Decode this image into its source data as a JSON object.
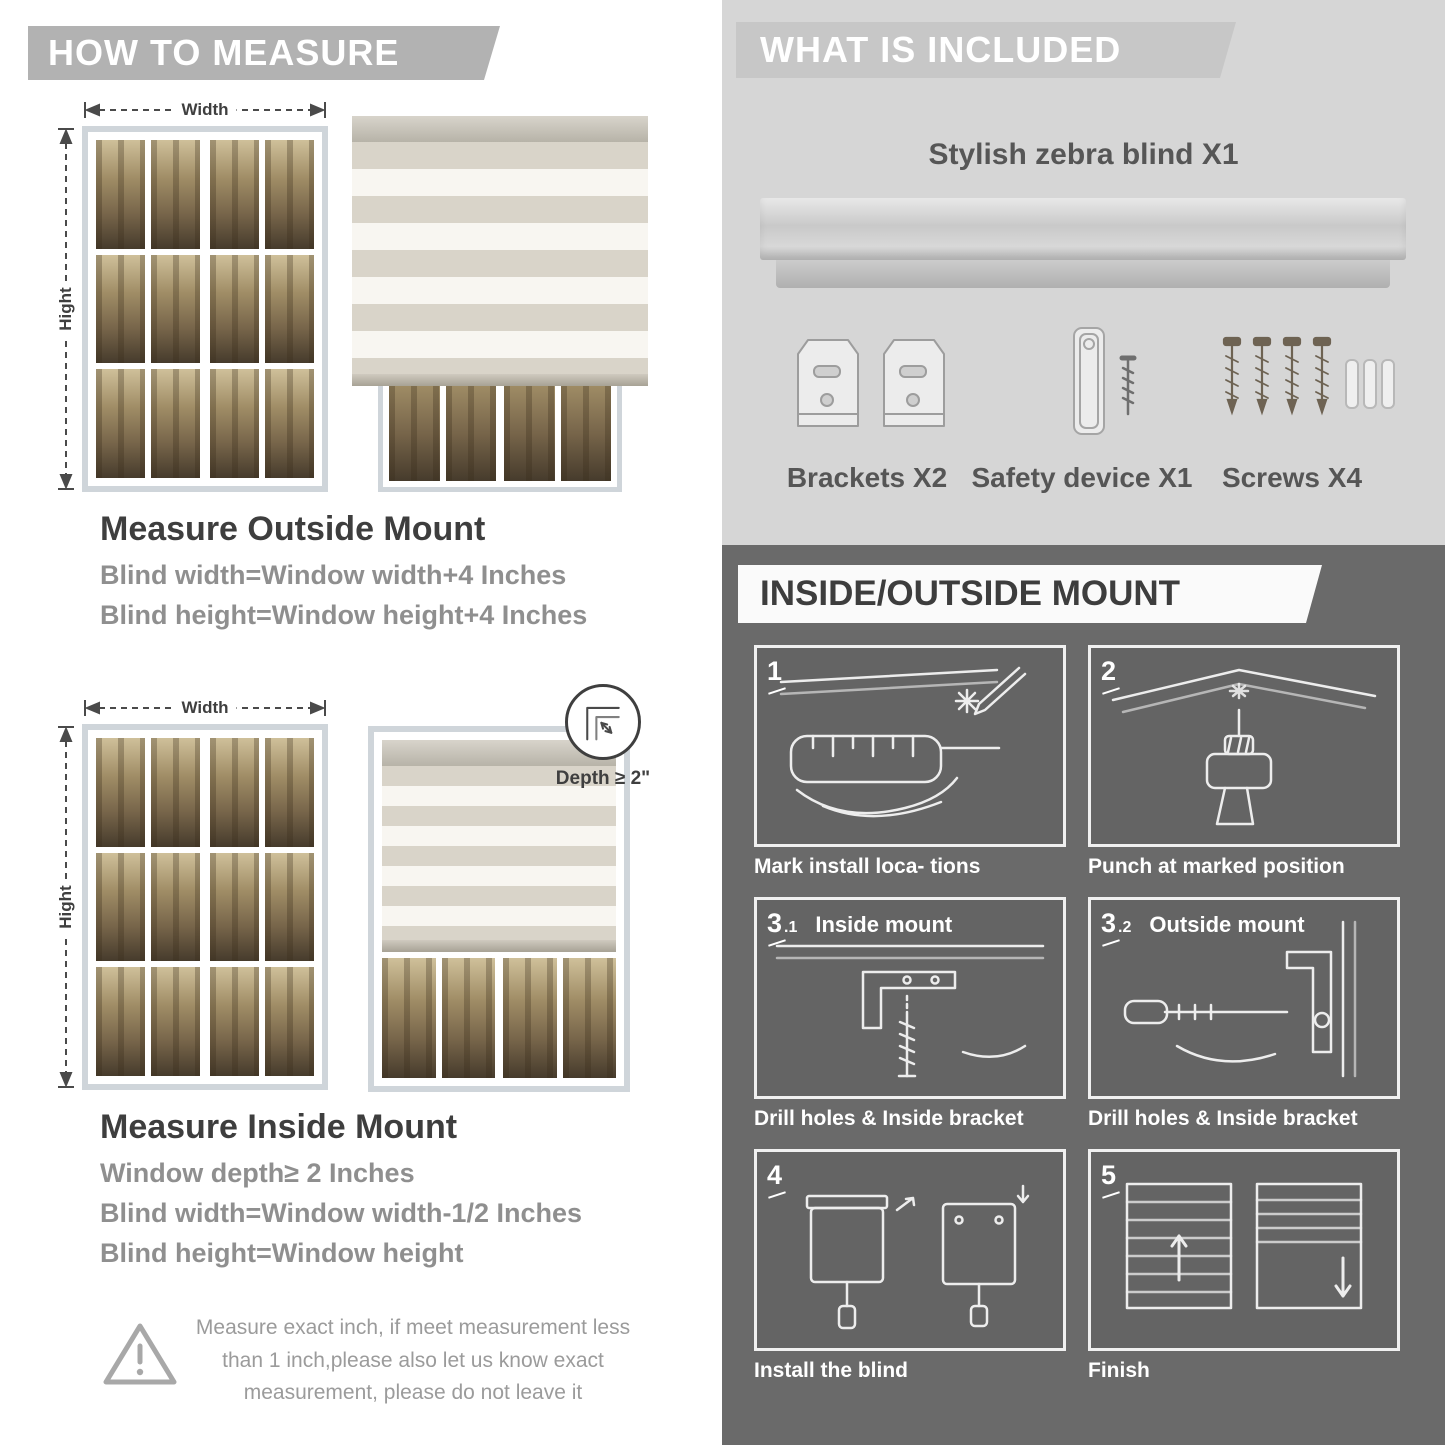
{
  "colors": {
    "left_banner_bg": "#b2b2b2",
    "included_bg": "#d6d6d6",
    "included_band_bg": "#c7c7c7",
    "mount_bg": "#6a6a6a",
    "heading_text": "#3e3e3e",
    "body_text": "#8f8f8f",
    "banner_text": "#ffffff"
  },
  "left": {
    "header": "HOW TO MEASURE",
    "outside": {
      "width_label": "Width",
      "height_label": "Hight",
      "title": "Measure Outside Mount",
      "line1": "Blind width=Window width+4 Inches",
      "line2": "Blind height=Window height+4 Inches"
    },
    "inside": {
      "width_label": "Width",
      "height_label": "Hight",
      "depth_label": "Depth ≥ 2\"",
      "title": "Measure Inside Mount",
      "line1": "Window depth≥ 2 Inches",
      "line2": "Blind width=Window width-1/2 Inches",
      "line3": "Blind height=Window height"
    },
    "warning": {
      "text": "Measure exact inch, if meet measurement less than 1 inch,please also let us know exact measurement, please do not leave it"
    }
  },
  "right": {
    "included": {
      "header": "WHAT IS INCLUDED",
      "blind_label": "Stylish zebra blind X1",
      "items": [
        {
          "label": "Brackets X2"
        },
        {
          "label": "Safety device X1"
        },
        {
          "label": "Screws X4"
        }
      ]
    },
    "mount": {
      "header": "INSIDE/OUTSIDE MOUNT",
      "steps": [
        {
          "num": "1",
          "caption": "Mark install loca- tions"
        },
        {
          "num": "2",
          "caption": "Punch at  marked position"
        },
        {
          "num": "3",
          "sub": ".1",
          "title": "Inside mount",
          "caption": "Drill holes &  Inside bracket"
        },
        {
          "num": "3",
          "sub": ".2",
          "title": "Outside mount",
          "caption": "Drill holes &  Inside bracket"
        },
        {
          "num": "4",
          "caption": "Install the blind"
        },
        {
          "num": "5",
          "caption": "Finish"
        }
      ]
    }
  }
}
